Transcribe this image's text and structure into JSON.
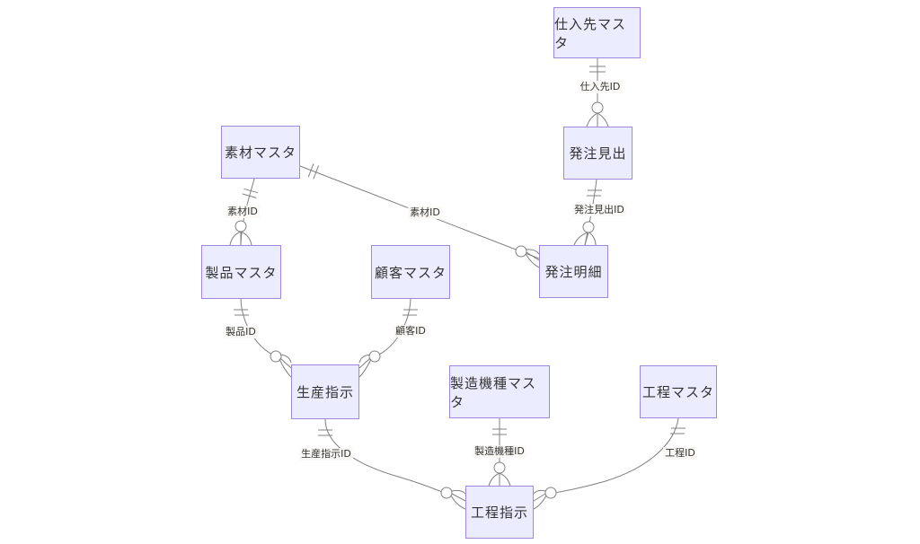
{
  "diagram": {
    "kind": "er-diagram",
    "notation": "crow-foot",
    "background": "#ffffff",
    "colors": {
      "entity_fill": "#ECECFF",
      "entity_border": "#9f87db",
      "line": "#808080",
      "text": "#333333",
      "edge_label_bg": "#faf9f4"
    },
    "entities": [
      {
        "id": "supplier-master",
        "label": "仕入先マスタ"
      },
      {
        "id": "order-header",
        "label": "発注見出"
      },
      {
        "id": "material-master",
        "label": "素材マスタ"
      },
      {
        "id": "product-master",
        "label": "製品マスタ"
      },
      {
        "id": "customer-master",
        "label": "顧客マスタ"
      },
      {
        "id": "order-detail",
        "label": "発注明細"
      },
      {
        "id": "production-order",
        "label": "生産指示"
      },
      {
        "id": "machine-model-master",
        "label": "製造機種マスタ"
      },
      {
        "id": "process-master",
        "label": "工程マスタ"
      },
      {
        "id": "process-order",
        "label": "工程指示"
      }
    ],
    "relationships": [
      {
        "from": "仕入先マスタ",
        "to": "発注見出",
        "label": "仕入先ID",
        "cardinality": "exactly-one to zero-or-many"
      },
      {
        "from": "発注見出",
        "to": "発注明細",
        "label": "発注見出ID",
        "cardinality": "exactly-one to zero-or-many"
      },
      {
        "from": "素材マスタ",
        "to": "製品マスタ",
        "label": "素材ID",
        "cardinality": "exactly-one to zero-or-many"
      },
      {
        "from": "素材マスタ",
        "to": "発注明細",
        "label": "素材ID",
        "cardinality": "exactly-one to zero-or-many"
      },
      {
        "from": "製品マスタ",
        "to": "生産指示",
        "label": "製品ID",
        "cardinality": "exactly-one to zero-or-many"
      },
      {
        "from": "顧客マスタ",
        "to": "生産指示",
        "label": "顧客ID",
        "cardinality": "exactly-one to zero-or-many"
      },
      {
        "from": "生産指示",
        "to": "工程指示",
        "label": "生産指示ID",
        "cardinality": "exactly-one to zero-or-many"
      },
      {
        "from": "製造機種マスタ",
        "to": "工程指示",
        "label": "製造機種ID",
        "cardinality": "exactly-one to zero-or-many"
      },
      {
        "from": "工程マスタ",
        "to": "工程指示",
        "label": "工程ID",
        "cardinality": "exactly-one to zero-or-many"
      }
    ]
  }
}
